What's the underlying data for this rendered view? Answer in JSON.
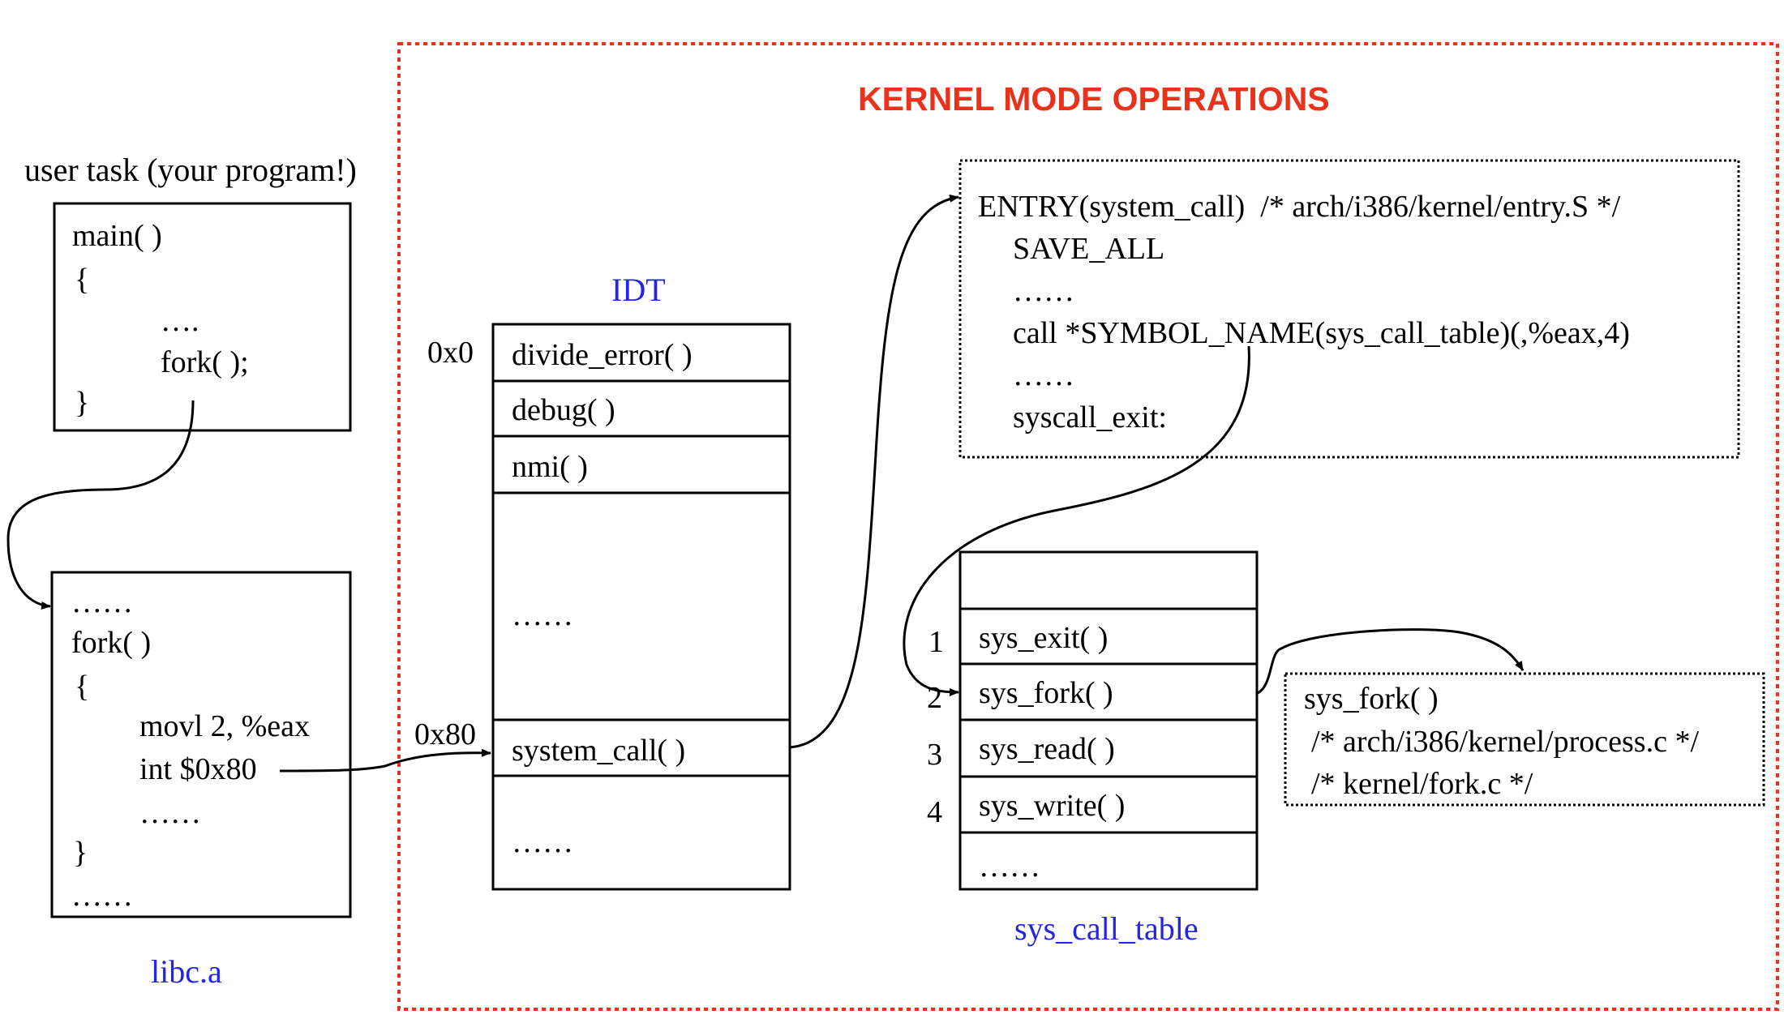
{
  "colors": {
    "kernel_border": "#e8321c",
    "kernel_title": "#e8321c",
    "caption_blue": "#2424e6",
    "line": "#000000"
  },
  "kernel": {
    "title": "KERNEL MODE OPERATIONS"
  },
  "user_task": {
    "caption": "user task (your program!)",
    "lines": [
      "main( )",
      "{",
      "….",
      "fork( );",
      "}"
    ]
  },
  "libc": {
    "caption": "libc.a",
    "lines": [
      "……",
      "fork( )",
      "{",
      "movl 2, %eax",
      "int $0x80",
      "……",
      "}",
      "……"
    ]
  },
  "idt": {
    "caption": "IDT",
    "offsets": [
      "0x0",
      "0x80"
    ],
    "rows": [
      "divide_error( )",
      "debug( )",
      "nmi( )",
      "……",
      "system_call( )",
      "……"
    ]
  },
  "entry": {
    "lines": [
      "ENTRY(system_call)  /* arch/i386/kernel/entry.S */",
      "SAVE_ALL",
      "……",
      "call *SYMBOL_NAME(sys_call_table)(,%eax,4)",
      "……",
      "syscall_exit:"
    ]
  },
  "sys_call_table": {
    "caption": "sys_call_table",
    "numbers": [
      "1",
      "2",
      "3",
      "4"
    ],
    "rows": [
      "",
      "sys_exit( )",
      "sys_fork( )",
      "sys_read( )",
      "sys_write( )",
      "……"
    ]
  },
  "sys_fork_box": {
    "lines": [
      "sys_fork( )",
      "/* arch/i386/kernel/process.c */",
      "/* kernel/fork.c */"
    ]
  }
}
